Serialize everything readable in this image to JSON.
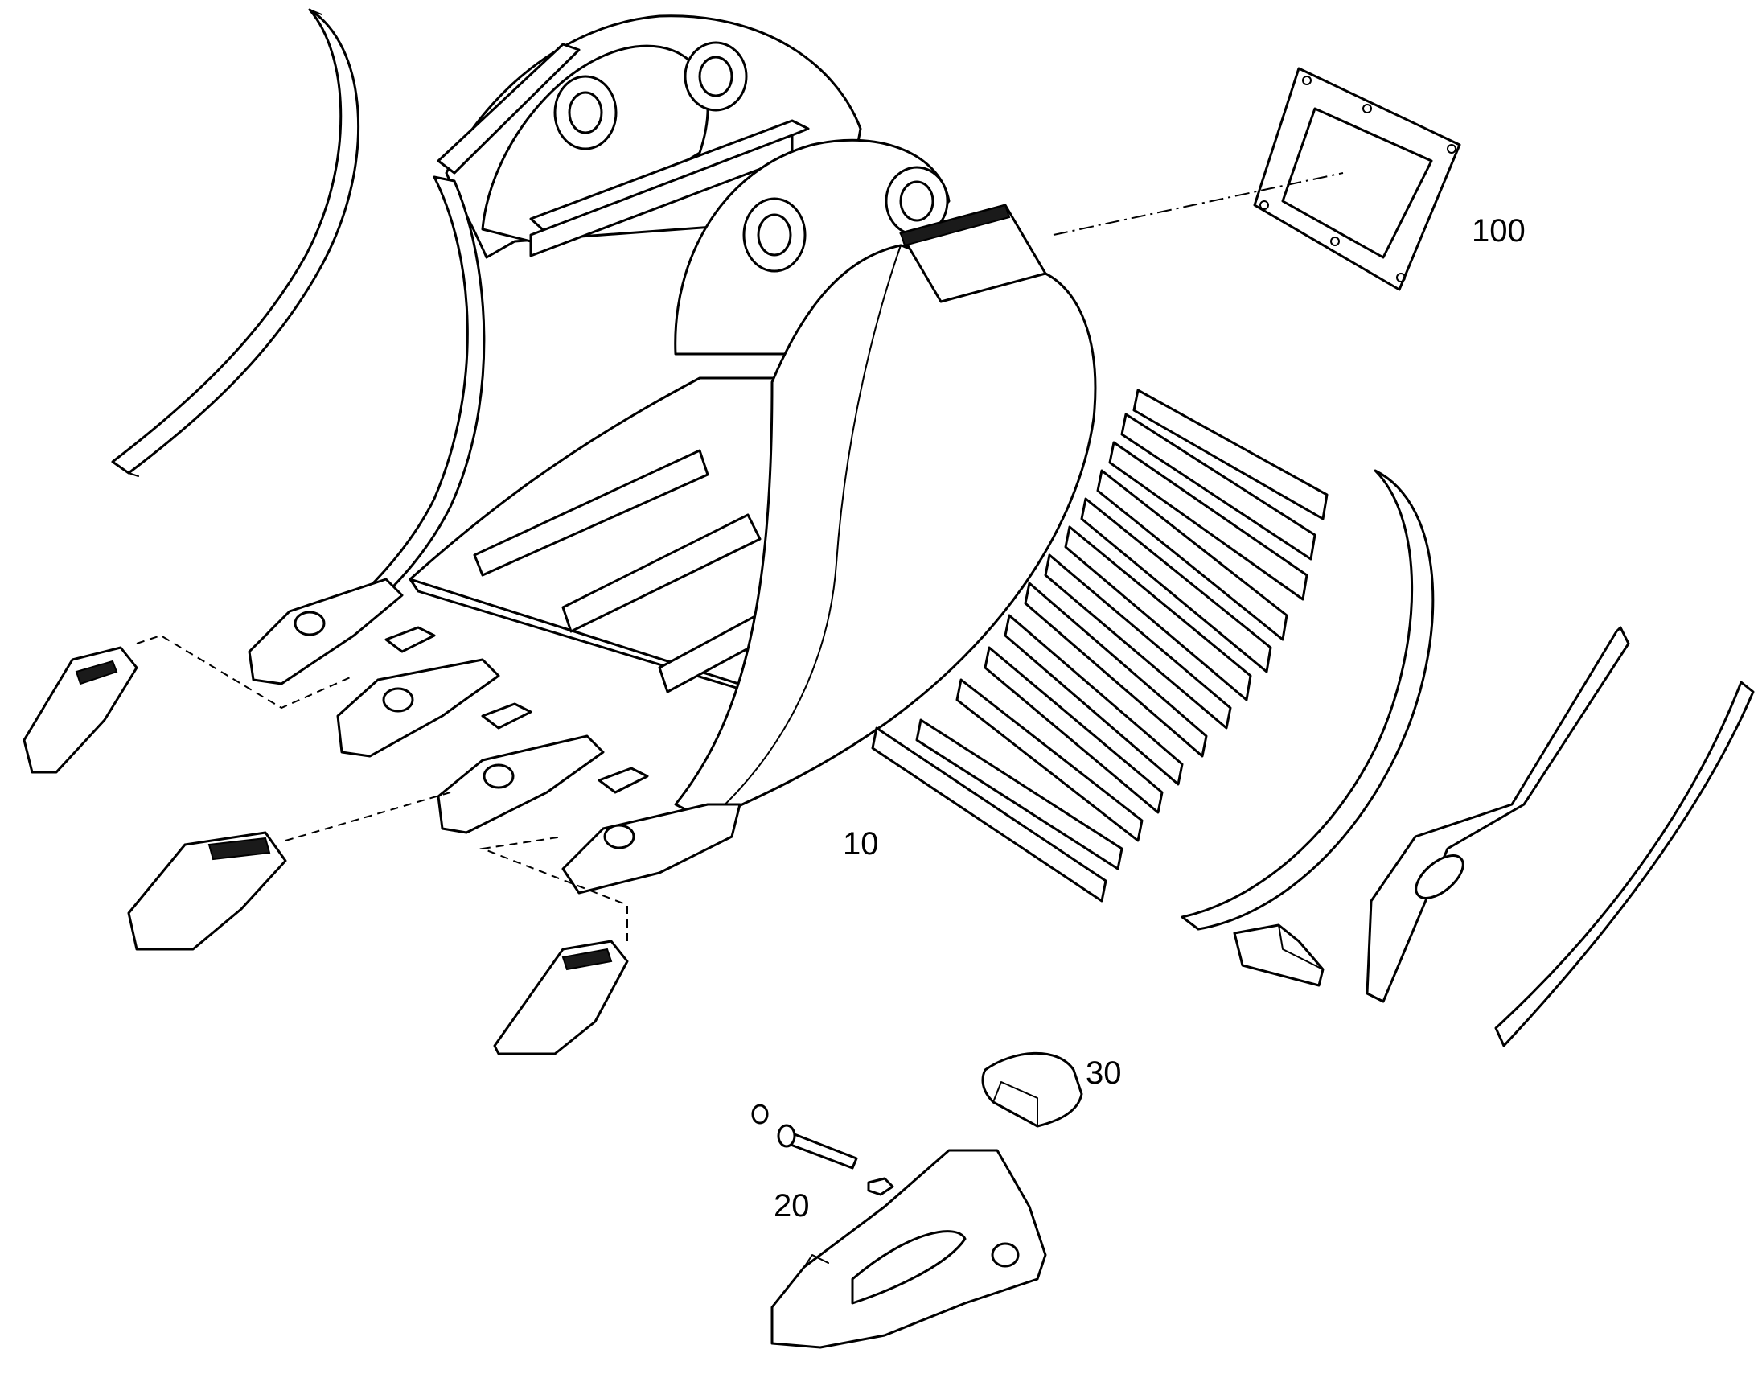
{
  "diagram": {
    "callouts": {
      "bucket": "10",
      "tooth_pin": "20",
      "cover": "30",
      "plate": "100"
    }
  }
}
